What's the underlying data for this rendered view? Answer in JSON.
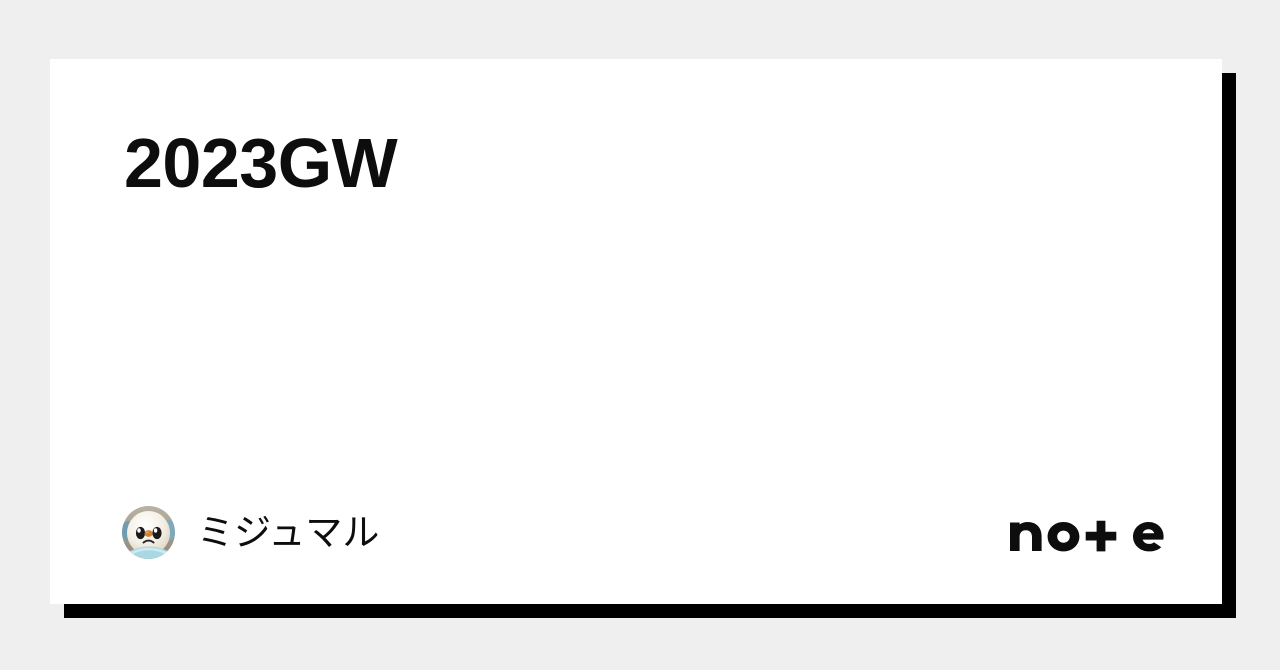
{
  "page": {
    "kind": "note-article-share-card",
    "background_color": "#efefef"
  },
  "card": {
    "background_color": "#ffffff",
    "shadow_color": "#000000",
    "title": "2023GW"
  },
  "footer": {
    "author": {
      "name": "ミジュマル",
      "avatar_icon": "oshawott-avatar-icon"
    },
    "brand": {
      "name": "note",
      "logo_icon": "note-logo-icon",
      "color": "#0d0d0d"
    }
  }
}
